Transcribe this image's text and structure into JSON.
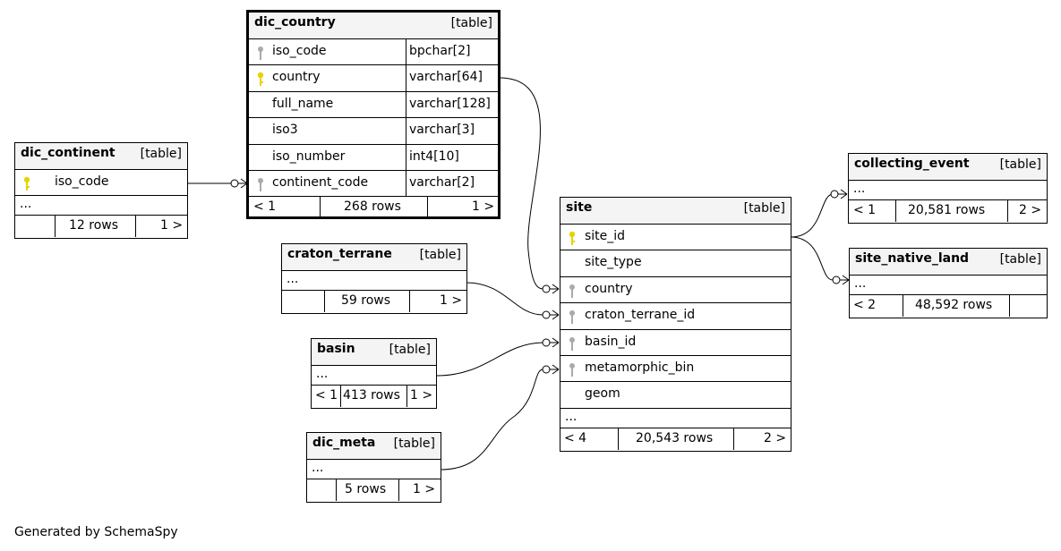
{
  "footer_text": "Generated by SchemaSpy",
  "colors": {
    "pk_key": "#e6d400",
    "fk_key": "#aaaaaa",
    "header_bg": "#f4f4f4"
  },
  "tables": {
    "dic_country": {
      "name": "dic_country",
      "kind": "[table]",
      "columns": [
        {
          "name": "iso_code",
          "type": "bpchar[2]",
          "key": "fk"
        },
        {
          "name": "country",
          "type": "varchar[64]",
          "key": "pk"
        },
        {
          "name": "full_name",
          "type": "varchar[128]",
          "key": ""
        },
        {
          "name": "iso3",
          "type": "varchar[3]",
          "key": ""
        },
        {
          "name": "iso_number",
          "type": "int4[10]",
          "key": ""
        },
        {
          "name": "continent_code",
          "type": "varchar[2]",
          "key": "fk"
        }
      ],
      "parents": "< 1",
      "rows": "268 rows",
      "children": "1 >"
    },
    "dic_continent": {
      "name": "dic_continent",
      "kind": "[table]",
      "columns": [
        {
          "name": "iso_code",
          "key": "pk"
        }
      ],
      "ellipsis": "...",
      "parents": "",
      "rows": "12 rows",
      "children": "1 >"
    },
    "craton_terrane": {
      "name": "craton_terrane",
      "kind": "[table]",
      "ellipsis": "...",
      "parents": "",
      "rows": "59 rows",
      "children": "1 >"
    },
    "basin": {
      "name": "basin",
      "kind": "[table]",
      "ellipsis": "...",
      "parents": "< 1",
      "rows": "413 rows",
      "children": "1 >"
    },
    "dic_meta": {
      "name": "dic_meta",
      "kind": "[table]",
      "ellipsis": "...",
      "parents": "",
      "rows": "5 rows",
      "children": "1 >"
    },
    "site": {
      "name": "site",
      "kind": "[table]",
      "columns": [
        {
          "name": "site_id",
          "key": "pk"
        },
        {
          "name": "site_type",
          "key": ""
        },
        {
          "name": "country",
          "key": "fk"
        },
        {
          "name": "craton_terrane_id",
          "key": "fk"
        },
        {
          "name": "basin_id",
          "key": "fk"
        },
        {
          "name": "metamorphic_bin",
          "key": "fk"
        },
        {
          "name": "geom",
          "key": ""
        }
      ],
      "ellipsis": "...",
      "parents": "< 4",
      "rows": "20,543 rows",
      "children": "2 >"
    },
    "collecting_event": {
      "name": "collecting_event",
      "kind": "[table]",
      "ellipsis": "...",
      "parents": "< 1",
      "rows": "20,581 rows",
      "children": "2 >"
    },
    "site_native_land": {
      "name": "site_native_land",
      "kind": "[table]",
      "ellipsis": "...",
      "parents": "< 2",
      "rows": "48,592 rows",
      "children": ""
    }
  }
}
